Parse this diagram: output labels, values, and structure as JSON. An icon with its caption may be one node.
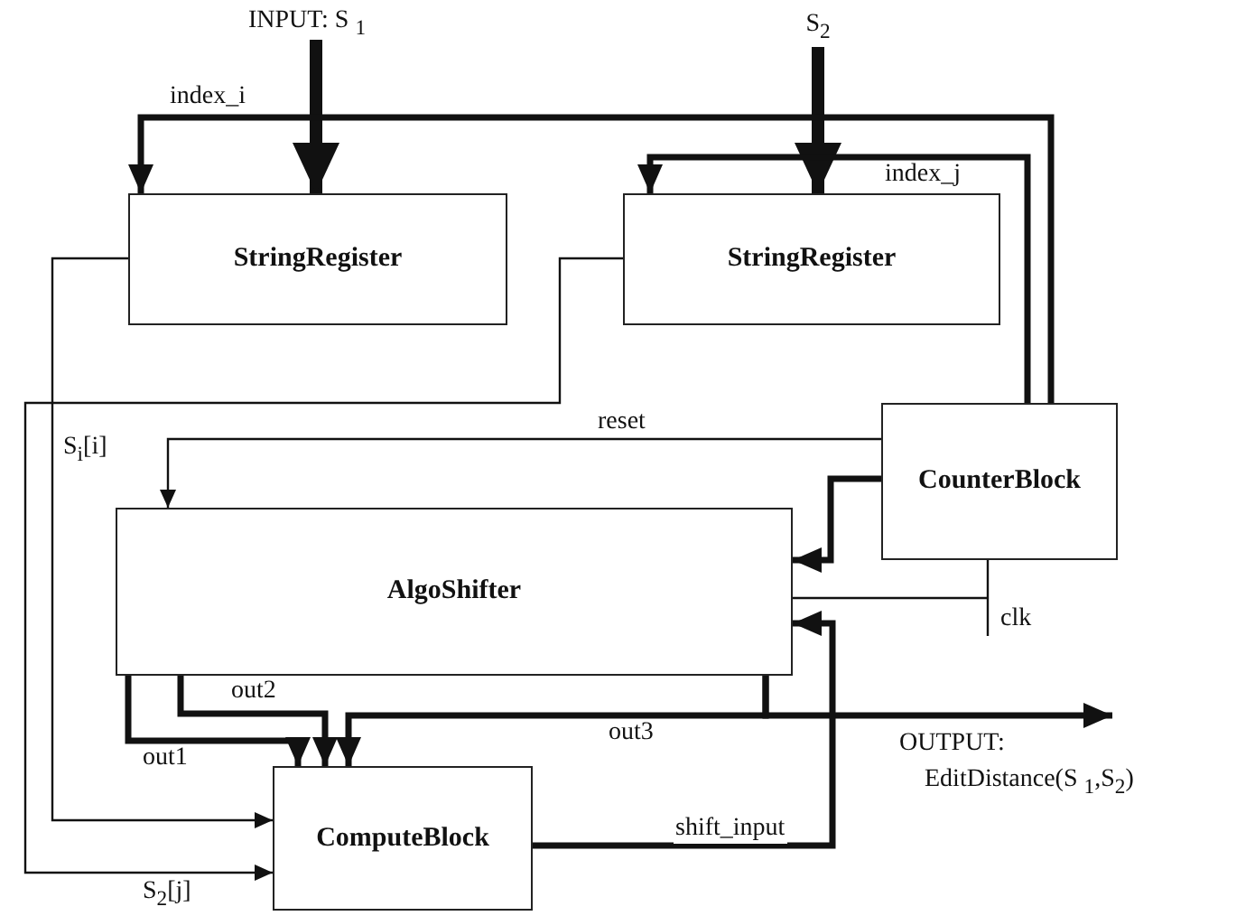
{
  "diagram": {
    "nodes": [
      {
        "text": [
          "INPUT: S $_{1}$"
        ]
      },
      {
        "text": [
          "S$_{2}$"
        ]
      },
      {
        "text": [
          "StringRegister"
        ]
      },
      {
        "text": [
          "StringRegister"
        ]
      },
      {
        "text": [
          "CounterBlock"
        ]
      },
      {
        "text": [
          "AlgoShifter"
        ]
      },
      {
        "text": [
          "ComputeBlock"
        ]
      },
      {
        "text": [
          "OUTPUT:",
          "EditDistance(S $_{1}$,S$_{2}$)"
        ]
      }
    ],
    "edges": [
      {
        "from": 0,
        "to": 2,
        "arrow": "to",
        "style": "thick"
      },
      {
        "from": 1,
        "to": 3,
        "arrow": "to",
        "style": "thick"
      },
      {
        "from": 4,
        "to": 2,
        "arrow": "to",
        "label": "index_i"
      },
      {
        "from": 4,
        "to": 3,
        "arrow": "to",
        "label": "index_j"
      },
      {
        "from": 4,
        "to": 5,
        "arrow": "to",
        "label": "reset"
      },
      {
        "from": 4,
        "to": 5,
        "arrow": "to"
      },
      {
        "from": 4,
        "to": 5,
        "arrow": "none",
        "label": "clk"
      },
      {
        "from": 5,
        "to": 6,
        "arrow": "to",
        "label": "out1"
      },
      {
        "from": 5,
        "to": 6,
        "arrow": "to",
        "label": "out2"
      },
      {
        "from": 5,
        "to": 6,
        "arrow": "to",
        "label": "out3"
      },
      {
        "from": 5,
        "to": 7,
        "arrow": "to"
      },
      {
        "from": 6,
        "to": 5,
        "arrow": "to",
        "label": "shift_input"
      },
      {
        "from": 2,
        "to": 6,
        "arrow": "to",
        "label": "S$_{i}$[i]"
      },
      {
        "from": 3,
        "to": 6,
        "arrow": "to",
        "label": "S$_{2}$[j]"
      }
    ]
  }
}
